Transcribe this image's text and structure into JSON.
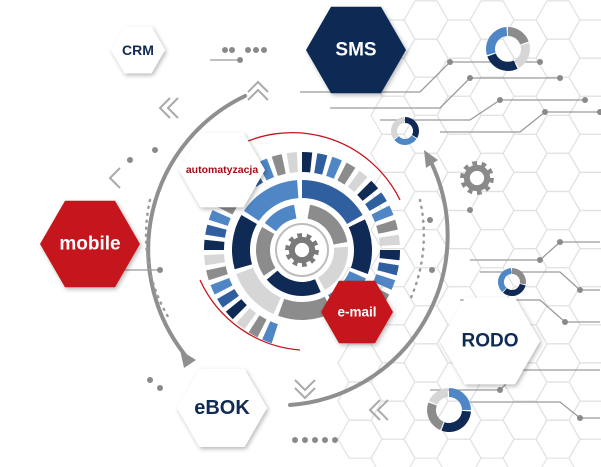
{
  "nodes": {
    "crm": "CRM",
    "sms": "SMS",
    "automation": "automatyzacja",
    "mobile": "mobile",
    "email": "e-mail",
    "rodo": "RODO",
    "ebok": "eBOK"
  },
  "colors": {
    "navy": "#0f2a55",
    "red": "#c4161c",
    "blue": "#2f5f9e",
    "light_blue": "#4f86c6",
    "gray": "#8c8c8c",
    "light_gray": "#d6d6d6"
  }
}
